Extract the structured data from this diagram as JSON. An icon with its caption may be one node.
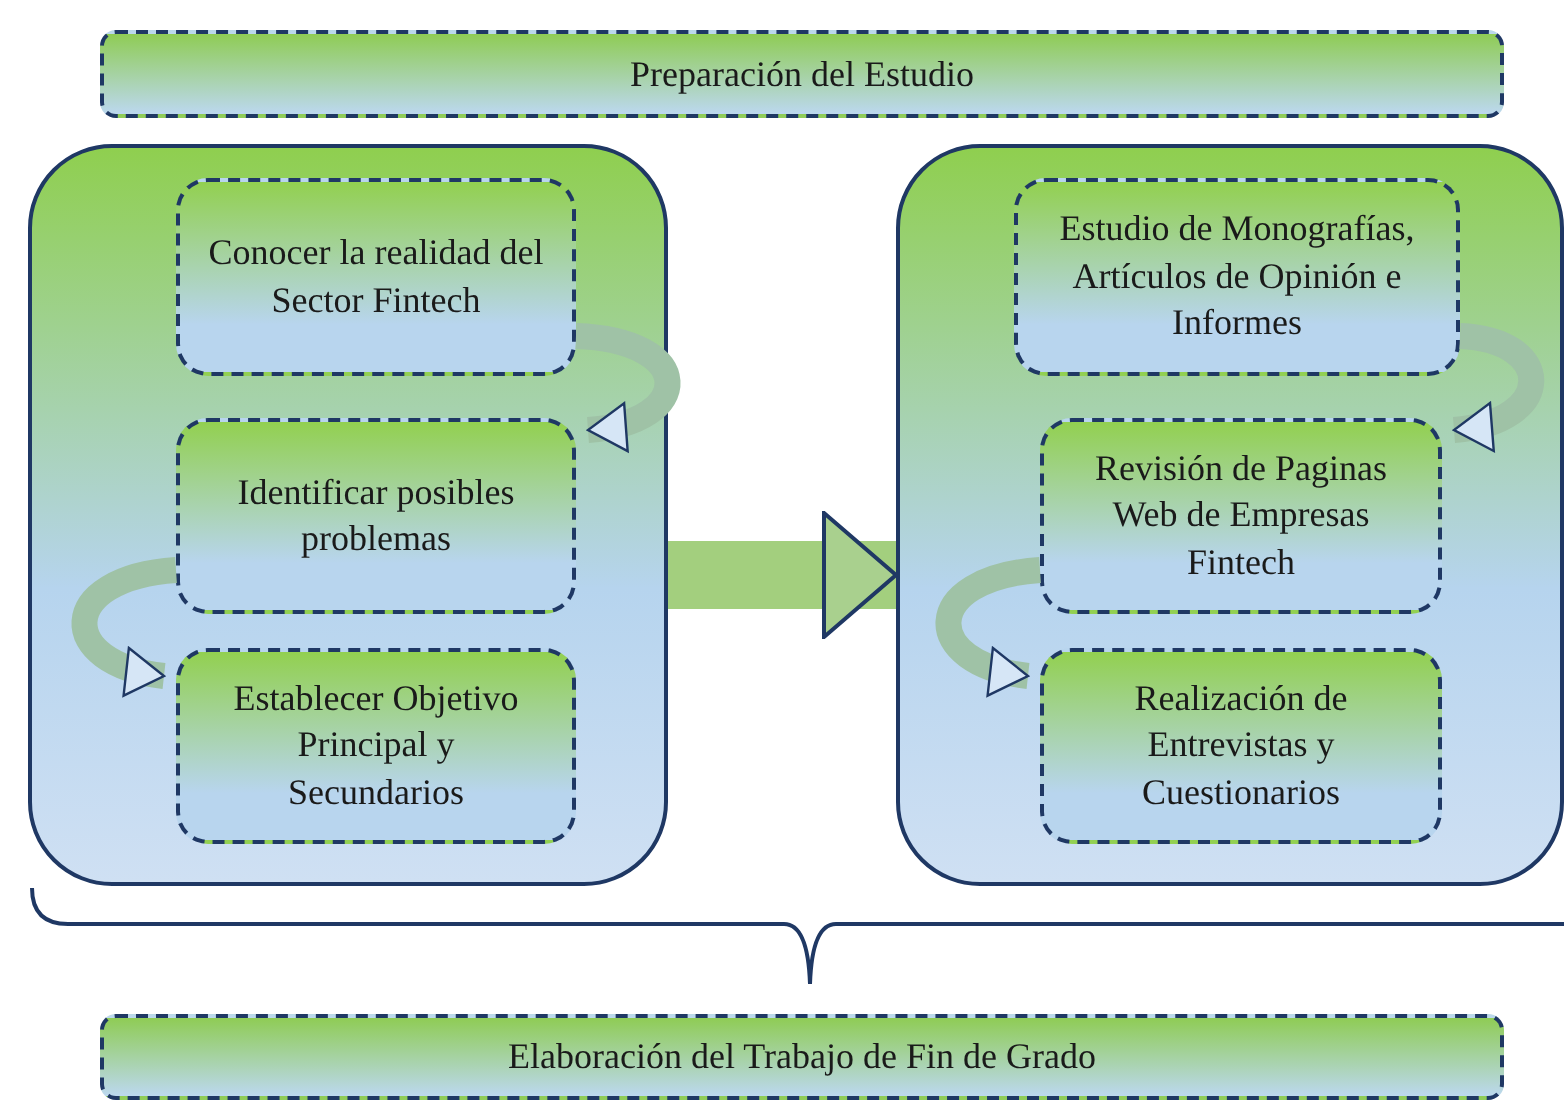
{
  "diagram": {
    "nodes": [
      {
        "text": [
          "Preparación del Estudio"
        ]
      },
      {
        "text": [],
        "shape": "box"
      },
      {
        "text": [
          "Conocer la realidad del Sector Fintech"
        ],
        "in": 1
      },
      {
        "text": [
          "Identificar posibles problemas"
        ],
        "in": 1
      },
      {
        "text": [
          "Establecer Objetivo Principal y Secundarios"
        ],
        "in": 1
      },
      {
        "text": [],
        "shape": "box"
      },
      {
        "text": [
          "Estudio de Monografías, Artículos de Opinión e Informes"
        ],
        "in": 5
      },
      {
        "text": [
          "Revisión de Paginas Web de Empresas Fintech"
        ],
        "in": 5
      },
      {
        "text": [
          "Realización de Entrevistas y Cuestionarios"
        ],
        "in": 5
      },
      {
        "text": [
          "Elaboración del Trabajo de Fin de Grado"
        ]
      }
    ],
    "edges": [
      {
        "from": 2,
        "to": 3,
        "arrow": "to"
      },
      {
        "from": 3,
        "to": 4,
        "arrow": "to"
      },
      {
        "from": 1,
        "to": 5,
        "arrow": "to",
        "style": "thick"
      },
      {
        "from": 6,
        "to": 7,
        "arrow": "to"
      },
      {
        "from": 7,
        "to": 8,
        "arrow": "to"
      }
    ]
  }
}
